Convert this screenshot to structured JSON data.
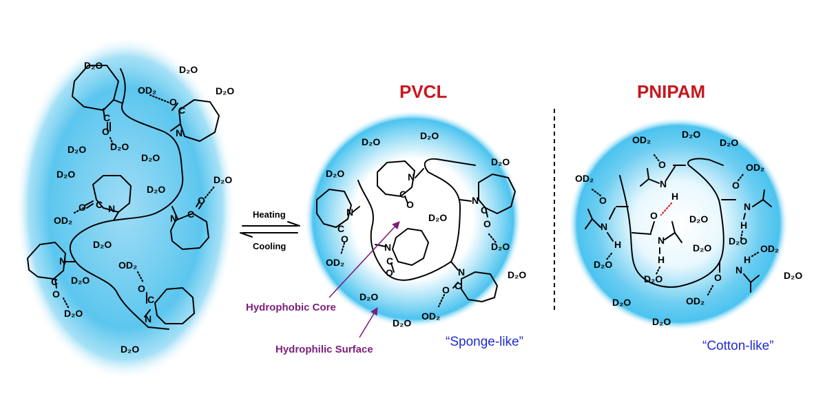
{
  "titles": {
    "pvcl": "PVCL",
    "pnipam": "PNIPAM"
  },
  "arrows": {
    "heating": "Heating",
    "cooling": "Cooling"
  },
  "callouts": {
    "hydrophobic_core": "Hydrophobic Core",
    "hydrophilic_surface": "Hydrophilic Surface"
  },
  "descriptors": {
    "sponge": "“Sponge-like”",
    "cotton": "“Cotton-like”"
  },
  "molecule_text": {
    "d2o": "D₂O",
    "od2": "OD₂",
    "n": "N",
    "c": "C",
    "o": "O",
    "h": "H"
  },
  "colors": {
    "title_red": "#c8161d",
    "callout_purple": "#7b1e7a",
    "descriptor_blue": "#1f2bd1",
    "blob_blue": "#4bc3ef",
    "hbond_red": "#e0202a"
  }
}
